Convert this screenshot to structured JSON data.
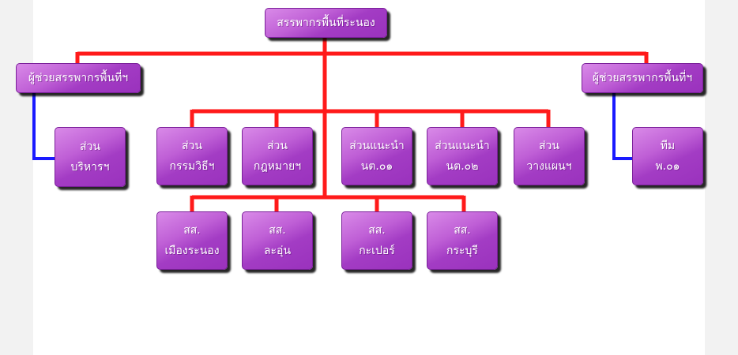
{
  "root": {
    "label": "สรรพากรพื้นที่ระนอง"
  },
  "assistants": [
    {
      "label": "ผู้ช่วยสรรพากรพื้นที่ฯ"
    },
    {
      "label": "ผู้ช่วยสรรพากรพื้นที่ฯ"
    }
  ],
  "left_unit": {
    "line1": "ส่วน",
    "line2": "บริหารฯ"
  },
  "right_unit": {
    "line1": "ทีม",
    "line2": "พ.๐๑"
  },
  "sections": [
    {
      "line1": "ส่วน",
      "line2": "กรรมวิธีฯ"
    },
    {
      "line1": "ส่วน",
      "line2": "กฎหมายฯ"
    },
    {
      "line1": "ส่วนแนะนำ",
      "line2": "นต.๐๑"
    },
    {
      "line1": "ส่วนแนะนำ",
      "line2": "นต.๐๒"
    },
    {
      "line1": "ส่วน",
      "line2": "วางแผนฯ"
    }
  ],
  "branches": [
    {
      "line1": "สส.",
      "line2": "เมืองระนอง"
    },
    {
      "line1": "สส.",
      "line2": "ละอุ่น"
    },
    {
      "line1": "สส.",
      "line2": "กะเปอร์"
    },
    {
      "line1": "สส.",
      "line2": "กระบุรี"
    }
  ],
  "colors": {
    "red_connector": "#ff1a1a",
    "blue_connector": "#1a1aff",
    "box_fill": "#b04ccc"
  }
}
